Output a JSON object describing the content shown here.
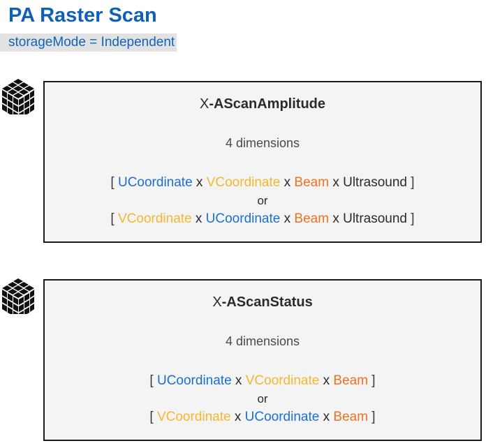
{
  "header": {
    "title": "PA Raster Scan",
    "subtitle": "storageMode = Independent",
    "title_color": "#0f60b6",
    "subtitle_color": "#1164bb",
    "subtitle_highlight": "#e2e2e2"
  },
  "colors": {
    "ucoordinate": "#1a6fd4",
    "vcoordinate": "#f5b731",
    "beam": "#f4701e",
    "plain": "#2b2b2b",
    "box_background": "#f4f4f4",
    "box_border": "#1a1a1a"
  },
  "tokens": {
    "separator": "x",
    "bracket_open": "[",
    "bracket_close": "]",
    "or": "or",
    "prefix": "X"
  },
  "entities": [
    {
      "icon": "data-cube-icon",
      "prefix": "X",
      "name": "-AScanAmplitude",
      "dimension_count": "4 dimensions",
      "layouts": [
        {
          "dims": [
            {
              "label": "UCoordinate",
              "kind": "ucoordinate"
            },
            {
              "label": "VCoordinate",
              "kind": "vcoordinate"
            },
            {
              "label": "Beam",
              "kind": "beam"
            },
            {
              "label": "Ultrasound",
              "kind": "plain"
            }
          ]
        },
        {
          "dims": [
            {
              "label": "VCoordinate",
              "kind": "vcoordinate"
            },
            {
              "label": "UCoordinate",
              "kind": "ucoordinate"
            },
            {
              "label": "Beam",
              "kind": "beam"
            },
            {
              "label": "Ultrasound",
              "kind": "plain"
            }
          ]
        }
      ]
    },
    {
      "icon": "data-cube-icon",
      "prefix": "X",
      "name": "-AScanStatus",
      "dimension_count": "4 dimensions",
      "layouts": [
        {
          "dims": [
            {
              "label": "UCoordinate",
              "kind": "ucoordinate"
            },
            {
              "label": "VCoordinate",
              "kind": "vcoordinate"
            },
            {
              "label": "Beam",
              "kind": "beam"
            }
          ]
        },
        {
          "dims": [
            {
              "label": "VCoordinate",
              "kind": "vcoordinate"
            },
            {
              "label": "UCoordinate",
              "kind": "ucoordinate"
            },
            {
              "label": "Beam",
              "kind": "beam"
            }
          ]
        }
      ]
    }
  ]
}
